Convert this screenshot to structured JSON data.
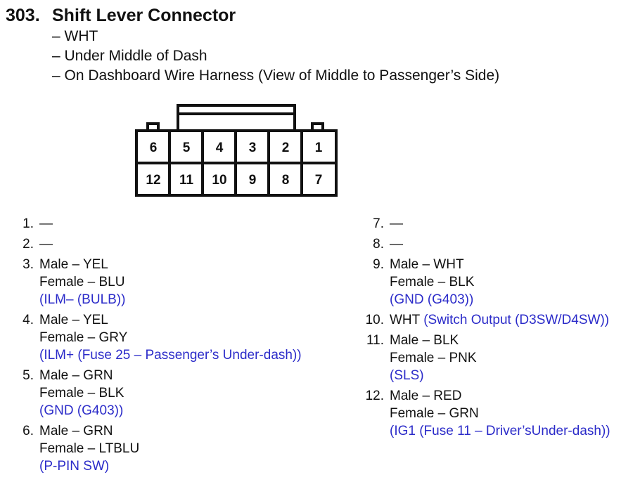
{
  "connector": {
    "number": "303.",
    "name": "Shift Lever Connector",
    "details": [
      "– WHT",
      "– Under Middle of Dash",
      "– On Dashboard Wire Harness (View of Middle to Passenger’s Side)"
    ],
    "cavities": {
      "top_row": [
        "6",
        "5",
        "4",
        "3",
        "2",
        "1"
      ],
      "bottom_row": [
        "12",
        "11",
        "10",
        "9",
        "8",
        "7"
      ]
    }
  },
  "pins_left": [
    {
      "num": "1.",
      "wire": "—",
      "lines": []
    },
    {
      "num": "2.",
      "wire": "—",
      "lines": []
    },
    {
      "num": "3.",
      "wire": "Male – YEL",
      "lines": [
        "Female – BLU"
      ],
      "circuit": "(ILM– (BULB))"
    },
    {
      "num": "4.",
      "wire": "Male – YEL",
      "lines": [
        "Female – GRY"
      ],
      "circuit": "(ILM+ (Fuse 25 – Passenger’s Under-dash))"
    },
    {
      "num": "5.",
      "wire": "Male – GRN",
      "lines": [
        "Female – BLK"
      ],
      "circuit": "(GND (G403))"
    },
    {
      "num": "6.",
      "wire": "Male – GRN",
      "lines": [
        "Female – LTBLU"
      ],
      "circuit": "(P-PIN SW)"
    }
  ],
  "pins_right": [
    {
      "num": "7.",
      "wire": "—",
      "lines": []
    },
    {
      "num": "8.",
      "wire": "—",
      "lines": []
    },
    {
      "num": "9.",
      "wire": "Male – WHT",
      "lines": [
        "Female – BLK"
      ],
      "circuit": "(GND (G403))"
    },
    {
      "num": "10.",
      "wire": "WHT",
      "inline_circuit": "(Switch Output (D3SW/D4SW))",
      "lines": []
    },
    {
      "num": "11.",
      "wire": "Male – BLK",
      "lines": [
        "Female – PNK"
      ],
      "circuit": "(SLS)"
    },
    {
      "num": "12.",
      "wire": "Male – RED",
      "lines": [
        "Female – GRN"
      ],
      "circuit": "(IG1 (Fuse 11 – Driver’sUnder-dash))"
    }
  ],
  "colors": {
    "text": "#111111",
    "circuit": "#2b2bc9"
  }
}
